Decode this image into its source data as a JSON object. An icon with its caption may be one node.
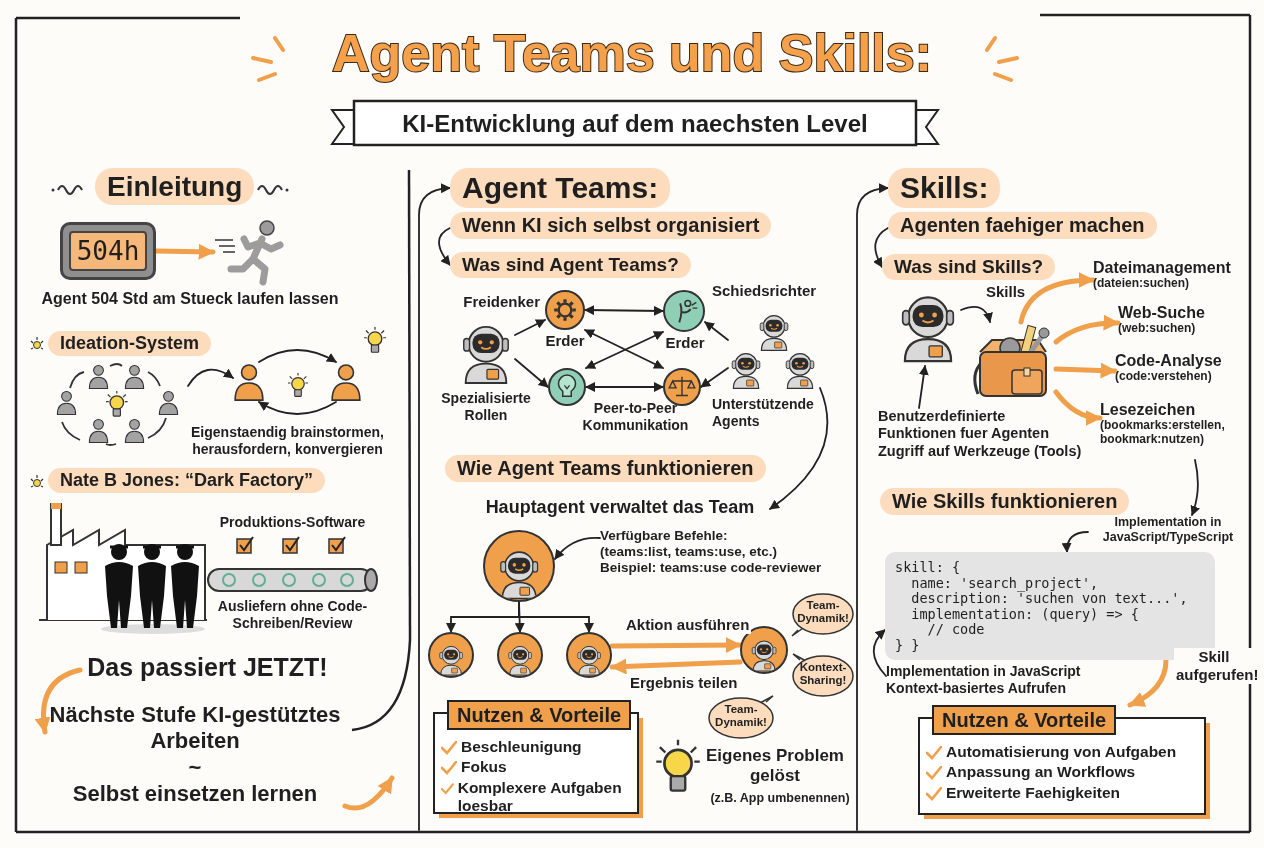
{
  "diagram": {
    "title": "Agent Teams und Skills:",
    "nodes": [
      {
        "text": [
          "KI-Entwicklung auf dem naechsten Level"
        ]
      },
      {
        "text": [
          "Einleitung"
        ]
      },
      {
        "text": [
          "504h"
        ]
      },
      {
        "text": [],
        "shape": "person"
      },
      {
        "text": [
          "Ideation-System"
        ]
      },
      {
        "text": [],
        "shape": "picture"
      },
      {
        "text": [],
        "shape": "person"
      },
      {
        "text": [],
        "shape": "person"
      },
      {
        "text": [
          "Nate B Jones: “Dark Factory”"
        ]
      },
      {
        "text": [
          "Das passiert JETZT!"
        ]
      },
      {
        "text": [
          "Nächste Stufe KI-gestütztes Arbeiten",
          "~",
          "Selbst einsetzen lernen"
        ]
      },
      {
        "text": [
          "Agent Teams:"
        ]
      },
      {
        "text": [
          "Wenn KI sich selbst organisiert"
        ]
      },
      {
        "text": [
          "Was sind Agent Teams?"
        ]
      },
      {
        "text": [],
        "shape": "picture",
        "beside": [
          "Spezialisierte Rollen"
        ]
      },
      {
        "text": [],
        "shape": "circle",
        "beside": [
          "Freidenker",
          "Erder"
        ]
      },
      {
        "text": [],
        "shape": "circle",
        "beside": [
          "Schiedsrichter",
          "Erder"
        ]
      },
      {
        "text": [],
        "shape": "circle"
      },
      {
        "text": [],
        "shape": "circle"
      },
      {
        "text": [],
        "shape": "picture",
        "beside": [
          "Unterstützende Agents"
        ]
      },
      {
        "text": [
          "Wie Agent Teams funktionieren"
        ]
      },
      {
        "text": [
          "Hauptagent verwaltet das Team"
        ]
      },
      {
        "text": [],
        "shape": "circle"
      },
      {
        "text": [
          "Verfügbare Befehle:",
          "(teams:list, teams:use, etc.)",
          "Beispiel: teams:use code-reviewer"
        ]
      },
      {
        "text": [],
        "shape": "circle"
      },
      {
        "text": [],
        "shape": "circle"
      },
      {
        "text": [],
        "shape": "circle"
      },
      {
        "text": [],
        "shape": "circle"
      },
      {
        "text": [
          "Team-Dynamik!"
        ]
      },
      {
        "text": [
          "Kontext-Sharing!"
        ]
      },
      {
        "text": [
          "Team-Dynamik!"
        ]
      },
      {
        "text": [
          "Nutzen & Vorteile",
          "Beschleunigung",
          "Fokus",
          "Komplexere Aufgaben loesbar"
        ]
      },
      {
        "text": [
          "Skills:"
        ]
      },
      {
        "text": [
          "Agenten faehiger machen"
        ]
      },
      {
        "text": [
          "Was sind Skills?"
        ]
      },
      {
        "text": [],
        "shape": "picture"
      },
      {
        "text": [],
        "shape": "picture"
      },
      {
        "text": [
          "Dateimanagement",
          "(dateien:suchen)"
        ]
      },
      {
        "text": [
          "Web-Suche",
          "(web:suchen)"
        ]
      },
      {
        "text": [
          "Code-Analyse",
          "(code:verstehen)"
        ]
      },
      {
        "text": [
          "Lesezeichen",
          "(bookmarks:erstellen, bookmark:nutzen)"
        ]
      },
      {
        "text": [
          "Benutzerdefinierte Funktionen fuer Agenten",
          "Zugriff auf Werkzeuge (Tools)"
        ]
      },
      {
        "text": [
          "Wie Skills funktionieren"
        ]
      },
      {
        "text": [
          "skill: {",
          "name: 'search_project',",
          "description: 'suchen von text...',",
          "implementation: (query) => {",
          "// code",
          "} }"
        ]
      },
      {
        "text": [
          "Implementation in JavaScript/TypeScript"
        ]
      },
      {
        "text": [
          "Implementation in JavaScript",
          "Kontext-basiertes Aufrufen"
        ]
      },
      {
        "text": [
          "Nutzen & Vorteile",
          "Automatisierung von Aufgaben",
          "Anpassung an Workflows",
          "Erweiterte Faehigkeiten"
        ]
      }
    ],
    "edges": [
      {
        "from": 2,
        "to": 3,
        "arrow": "to",
        "style": "thick",
        "color": "#f0a04b"
      },
      {
        "from": 5,
        "to": 6,
        "arrow": "to"
      },
      {
        "from": 6,
        "to": 7,
        "arrow": "to"
      },
      {
        "from": 7,
        "to": 6,
        "arrow": "to"
      },
      {
        "from": 9,
        "to": 10,
        "arrow": "to",
        "style": "thick",
        "color": "#f0a04b"
      },
      {
        "from": 10,
        "to": null,
        "arrow": "to",
        "style": "thick",
        "color": "#f0a04b"
      },
      {
        "from": null,
        "to": 11,
        "arrow": "to"
      },
      {
        "from": 12,
        "to": 13,
        "arrow": "to"
      },
      {
        "from": 14,
        "to": 15,
        "arrow": "to"
      },
      {
        "from": 14,
        "to": 17,
        "arrow": "to"
      },
      {
        "from": 15,
        "to": 16,
        "arrow": "both"
      },
      {
        "from": 17,
        "to": 18,
        "arrow": "both"
      },
      {
        "from": 15,
        "to": 18,
        "arrow": "both"
      },
      {
        "from": 17,
        "to": 16,
        "arrow": "both"
      },
      {
        "from": 19,
        "to": 16,
        "arrow": "to"
      },
      {
        "from": 19,
        "to": 18,
        "arrow": "to"
      },
      {
        "from": 19,
        "to": 21,
        "arrow": "to"
      },
      {
        "from": 23,
        "to": 22,
        "arrow": "to"
      },
      {
        "from": 22,
        "to": 24,
        "arrow": "to"
      },
      {
        "from": 22,
        "to": 25,
        "arrow": "to"
      },
      {
        "from": 22,
        "to": 26,
        "arrow": "to"
      },
      {
        "from": 26,
        "to": 27,
        "arrow": "to",
        "label": "Aktion ausführen",
        "style": "thick",
        "color": "#f0a04b"
      },
      {
        "from": 27,
        "to": 26,
        "arrow": "to",
        "label": "Ergebnis teilen",
        "style": "thick",
        "color": "#f0a04b"
      },
      {
        "from": null,
        "to": 32,
        "arrow": "to"
      },
      {
        "from": 33,
        "to": 34,
        "arrow": "to"
      },
      {
        "from": 35,
        "to": 36,
        "arrow": "to",
        "label": "Skills"
      },
      {
        "from": 36,
        "to": 37,
        "arrow": "to",
        "style": "thick",
        "color": "#f0a04b"
      },
      {
        "from": 36,
        "to": 38,
        "arrow": "to",
        "style": "thick",
        "color": "#f0a04b"
      },
      {
        "from": 36,
        "to": 39,
        "arrow": "to",
        "style": "thick",
        "color": "#f0a04b"
      },
      {
        "from": 36,
        "to": 40,
        "arrow": "to",
        "style": "thick",
        "color": "#f0a04b"
      },
      {
        "from": 41,
        "to": 35,
        "arrow": "to"
      },
      {
        "from": 40,
        "to": 44,
        "arrow": "to"
      },
      {
        "from": 44,
        "to": 43,
        "arrow": "to"
      },
      {
        "from": 45,
        "to": 43,
        "arrow": "to"
      },
      {
        "from": 43,
        "to": 46,
        "arrow": "to",
        "label": "Skill aufgerufen!",
        "style": "thick",
        "color": "#f0a04b"
      }
    ],
    "labels": [
      "Agent 504 Std am Stueck laufen lassen",
      "Eigenstaendig brainstormen, herausfordern, konvergieren",
      "Produktions-Software",
      "Ausliefern ohne Code-Schreiben/Review",
      "Peer-to-Peer Kommunikation",
      "Eigenes Problem gelöst",
      "(z.B. App umbenennen)"
    ]
  }
}
